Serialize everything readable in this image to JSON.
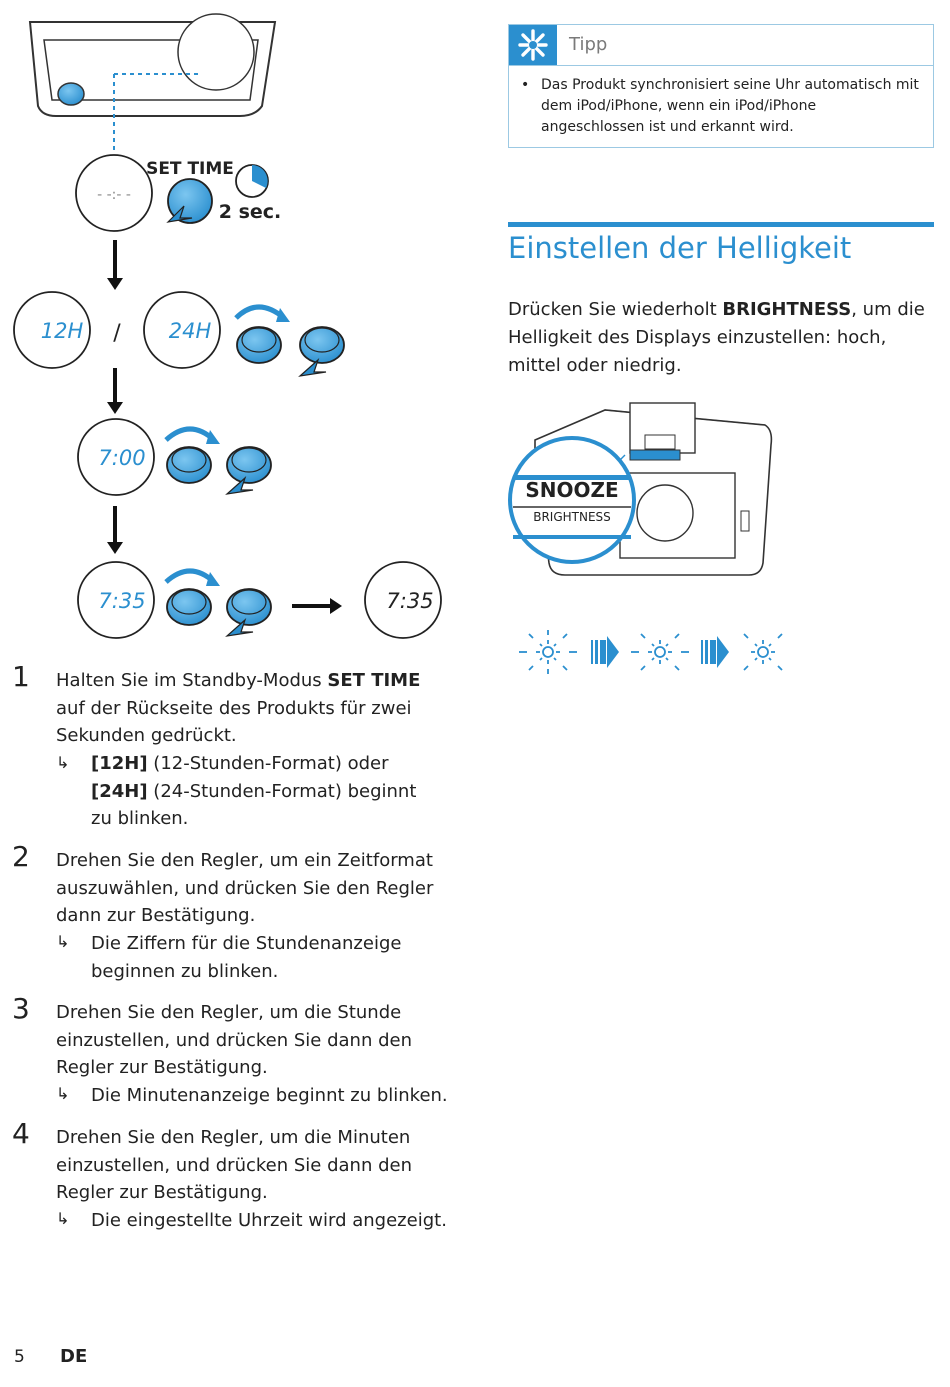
{
  "tip": {
    "label": "Tipp",
    "bullet": "•",
    "text": "Das Produkt synchronisiert seine Uhr automatisch mit dem iPod/iPhone, wenn ein iPod/iPhone angeschlossen ist und erkannt wird."
  },
  "section": {
    "heading": "Einstellen der Helligkeit",
    "para_prefix": "Drücken Sie wiederholt ",
    "para_bold": "BRIGHTNESS",
    "para_suffix": ", um die Helligkeit des Displays einzustellen: hoch, mittel oder niedrig."
  },
  "illustration": {
    "set_time_label": "SET TIME",
    "duration_label": "2 sec.",
    "display_blank": "- -:- -",
    "display_12h": "12H",
    "display_24h": "24H",
    "separator": "/",
    "display_hour": "7:00",
    "display_minute": "7:35",
    "display_final": "7:35",
    "snooze_label": "SNOOZE",
    "brightness_label": "BRIGHTNESS"
  },
  "steps": [
    {
      "number": "1",
      "text_before": "Halten Sie im Standby-Modus ",
      "text_bold": "SET TIME",
      "text_after": " auf der Rückseite des Produkts für zwei Sekunden gedrückt.",
      "result_bold_1": "[12H]",
      "result_mid": " (12-Stunden-Format) oder",
      "result_bold_2": "[24H]",
      "result_end": " (24-Stunden-Format) beginnt zu blinken."
    },
    {
      "number": "2",
      "text": "Drehen Sie den Regler, um ein Zeitformat auszuwählen, und drücken Sie den Regler dann zur Bestätigung.",
      "result": "Die Ziffern für die Stundenanzeige beginnen zu blinken."
    },
    {
      "number": "3",
      "text": "Drehen Sie den Regler, um die Stunde einzustellen, und drücken Sie dann den Regler zur Bestätigung.",
      "result": "Die Minutenanzeige beginnt zu blinken."
    },
    {
      "number": "4",
      "text": "Drehen Sie den Regler, um die Minuten einzustellen, und drücken Sie dann den Regler zur Bestätigung.",
      "result": "Die eingestellte Uhrzeit wird angezeigt."
    }
  ],
  "result_arrow": "↳",
  "footer": {
    "page_number": "5",
    "language": "DE"
  },
  "colors": {
    "accent": "#2b8fcf",
    "light_blue": "#5ab3e6",
    "text": "#222222"
  }
}
